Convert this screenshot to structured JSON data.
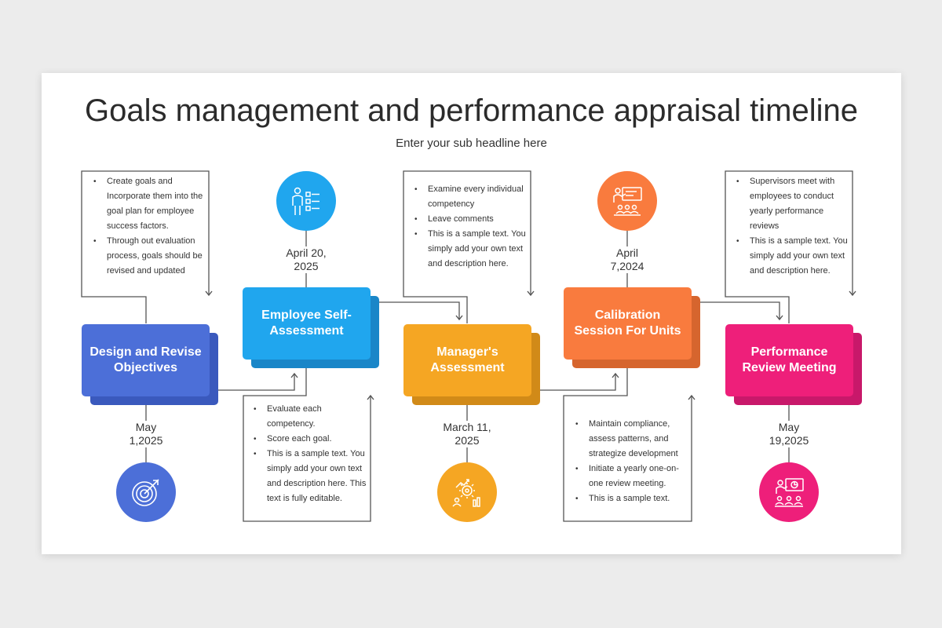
{
  "title": "Goals management and performance appraisal timeline",
  "subtitle": "Enter your sub headline here",
  "colors": {
    "blue": "#4c6fd8",
    "sky": "#20a6ee",
    "amber": "#f5a623",
    "orange": "#f97b3e",
    "pink": "#ee1f7a"
  },
  "steps": [
    {
      "label": "Design and Revise Objectives",
      "date": "May 1,2025",
      "date_lines": [
        "May",
        "1,2025"
      ],
      "icon": "target-icon",
      "color": "#4c6fd8"
    },
    {
      "label": "Employee Self-Assessment",
      "label_lines": [
        "Employee Self-",
        "Assessment"
      ],
      "date": "April 20, 2025",
      "date_lines": [
        "April 20,",
        "2025"
      ],
      "icon": "checklist-person-icon",
      "color": "#20a6ee"
    },
    {
      "label": "Manager's Assessment",
      "label_lines": [
        "Manager's",
        "Assessment"
      ],
      "date": "March 11, 2025",
      "date_lines": [
        "March 11,",
        "2025"
      ],
      "icon": "growth-gears-icon",
      "color": "#f5a623"
    },
    {
      "label": "Calibration Session For Units",
      "label_lines": [
        "Calibration",
        "Session For Units"
      ],
      "date": "April 7,2024",
      "date_lines": [
        "April",
        "7,2024"
      ],
      "icon": "presentation-icon",
      "color": "#f97b3e"
    },
    {
      "label": "Performance Review Meeting",
      "label_lines": [
        "Performance",
        "Review Meeting"
      ],
      "date": "May 19,2025",
      "date_lines": [
        "May",
        "19,2025"
      ],
      "icon": "meeting-icon",
      "color": "#ee1f7a"
    }
  ],
  "notes": {
    "step1": [
      "Create goals and Incorporate them into the goal plan for employee success factors.",
      "Through out evaluation process, goals should be revised and updated"
    ],
    "step2": [
      "Evaluate each competency.",
      "Score each goal.",
      "This is a sample text. You simply add your own text and description here. This text is fully editable."
    ],
    "step3": [
      "Examine every individual competency",
      "Leave comments",
      "This is a sample text. You simply add your own text and description here."
    ],
    "step4": [
      "Maintain compliance, assess patterns, and strategize development",
      "Initiate a yearly one-on-one review meeting.",
      "This is a sample text."
    ],
    "step5": [
      "Supervisors meet with employees to conduct yearly performance reviews",
      "This is a sample text. You simply add your own text and description here."
    ]
  }
}
